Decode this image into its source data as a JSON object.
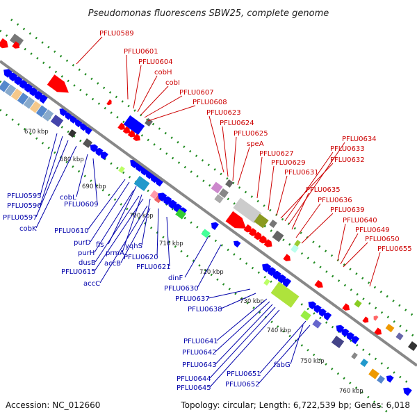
{
  "title": "Pseudomonas fluorescens SBW25, complete genome",
  "accession": "Accession: NC_012660",
  "summary": "Topology: circular; Length: 6,722,539 bp; Genes: 6,018",
  "colors": {
    "backbone": "#888888",
    "plus_strand": "#ff0000",
    "minus_strand": "#0000ff",
    "tick": "#1f8a1f",
    "plus_label": "#cc0000",
    "minus_label": "#0000aa"
  },
  "kbp_ticks": [
    "670 kbp",
    "680 kbp",
    "690 kbp",
    "700 kbp",
    "710 kbp",
    "720 kbp",
    "730 kbp",
    "740 kbp",
    "750 kbp",
    "760 kbp"
  ],
  "plus_genes": [
    "PFLU0589",
    "PFLU0601",
    "PFLU0604",
    "cobH",
    "cobI",
    "PFLU0607",
    "PFLU0608",
    "PFLU0623",
    "PFLU0624",
    "PFLU0625",
    "speA",
    "PFLU0627",
    "PFLU0629",
    "PFLU0631",
    "PFLU0632",
    "PFLU0633",
    "PFLU0634",
    "PFLU0635",
    "PFLU0636",
    "PFLU0639",
    "PFLU0640",
    "PFLU0649",
    "PFLU0650",
    "PFLU0655"
  ],
  "minus_genes": [
    "PFLU0595",
    "PFLU0596",
    "PFLU0597",
    "cobK",
    "cobL",
    "PFLU0609",
    "PFLU0610",
    "purD",
    "fis",
    "purH",
    "prmA",
    "yqhS",
    "dusB",
    "PFLU0615",
    "PFLU0620",
    "accB",
    "accC",
    "PFLU0621",
    "dinF",
    "PFLU0630",
    "PFLU0637",
    "PFLU0638",
    "PFLU0641",
    "PFLU0642",
    "PFLU0643",
    "PFLU0644",
    "PFLU0645",
    "PFLU0651",
    "PFLU0652",
    "fabG"
  ]
}
